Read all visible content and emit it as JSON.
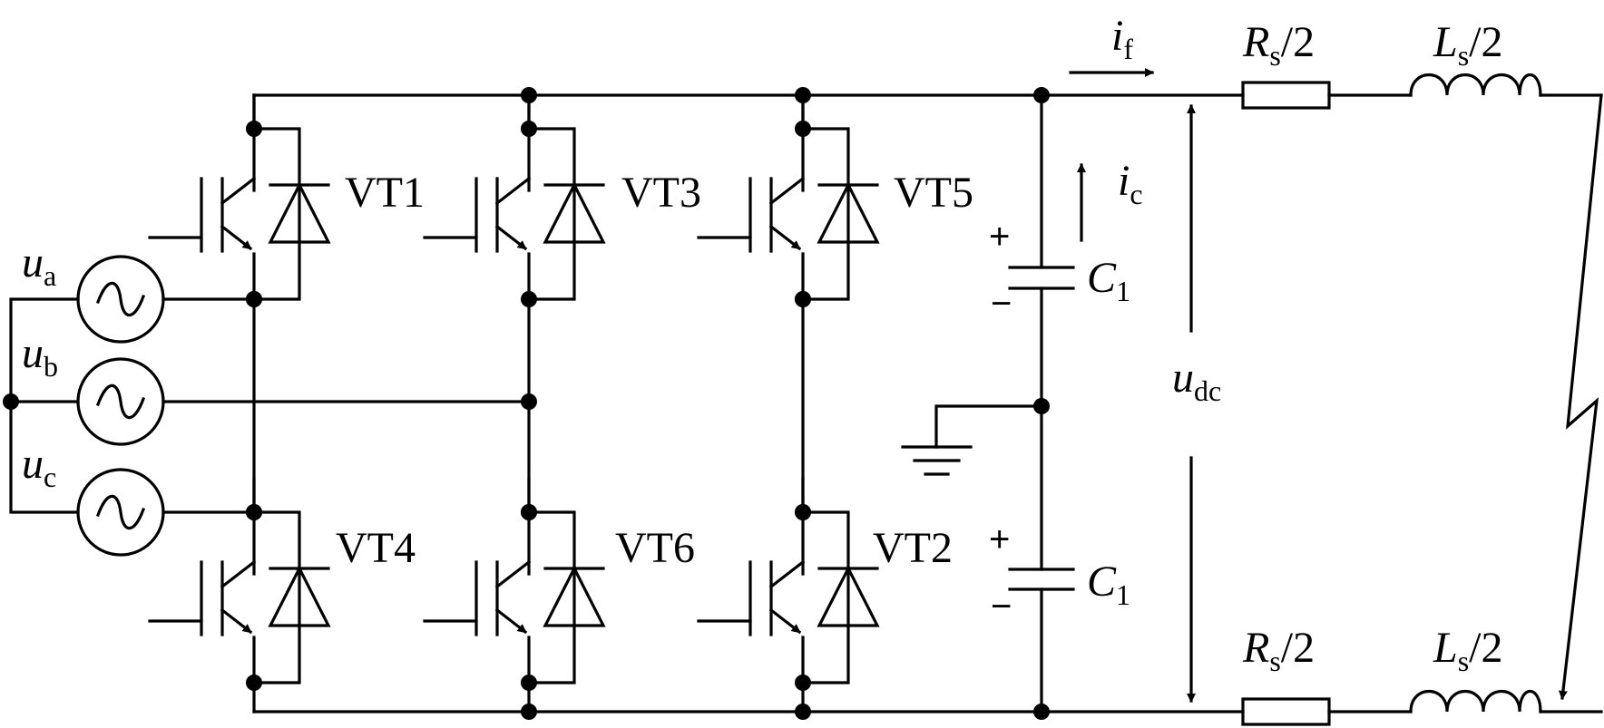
{
  "switches": {
    "vt1": "VT1",
    "vt3": "VT3",
    "vt5": "VT5",
    "vt4": "VT4",
    "vt6": "VT6",
    "vt2": "VT2"
  },
  "sources": {
    "ua": {
      "main": "u",
      "sub": "a"
    },
    "ub": {
      "main": "u",
      "sub": "b"
    },
    "uc": {
      "main": "u",
      "sub": "c"
    }
  },
  "capacitors": {
    "top": {
      "main": "C",
      "sub": "1",
      "plus": "+",
      "minus": "−"
    },
    "bottom": {
      "main": "C",
      "sub": "1",
      "plus": "+",
      "minus": "−"
    }
  },
  "currents": {
    "if": {
      "main": "i",
      "sub": "f"
    },
    "ic": {
      "main": "i",
      "sub": "c"
    }
  },
  "dc_voltage": {
    "main": "u",
    "sub": "dc"
  },
  "line_top": {
    "resistor": {
      "main": "R",
      "sub": "s",
      "tail": "/2"
    },
    "inductor": {
      "main": "L",
      "sub": "s",
      "tail": "/2"
    }
  },
  "line_bottom": {
    "resistor": {
      "main": "R",
      "sub": "s",
      "tail": "/2"
    },
    "inductor": {
      "main": "L",
      "sub": "s",
      "tail": "/2"
    }
  },
  "icons": [
    "ac-source-icon",
    "igbt-icon",
    "diode-icon",
    "capacitor-icon",
    "resistor-icon",
    "inductor-icon",
    "ground-icon",
    "fault-icon"
  ]
}
